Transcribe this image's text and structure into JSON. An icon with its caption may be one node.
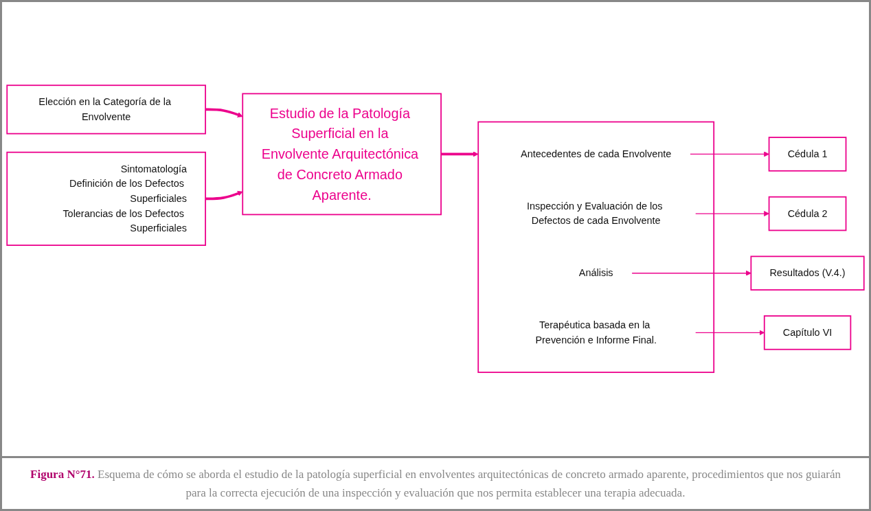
{
  "diagram": {
    "caption": "**Figura N°71.** Esquema de cómo se aborda el estudio de la patología superficial en envolventes arquitectónicas de concreto armado aparente, procedimientos que nos guiarán para la correcta ejecución de una inspección y evaluación que nos permita establecer una terapia adecuada.",
    "nodes": [
      {
        "text": [
          "Elección en la Categoría de la Envolvente"
        ]
      },
      {
        "text": [
          "Estudio de la Patología Superficial en la Envolvente Arquitectónica de Concreto Armado Aparente."
        ]
      },
      {
        "text": [
          "Sintomatología",
          "Definición de los Defectos Superficiales",
          "Tolerancias de los Defectos Superficiales"
        ]
      },
      {
        "text": [],
        "shape": "box"
      },
      {
        "text": [
          "Antecedentes de cada Envolvente"
        ],
        "in": 3
      },
      {
        "text": [
          "Inspección y Evaluación de los Defectos de cada Envolvente"
        ],
        "in": 3
      },
      {
        "text": [
          "Análisis"
        ],
        "in": 3
      },
      {
        "text": [
          "Terapéutica basada en la Prevención e Informe Final."
        ],
        "in": 3
      },
      {
        "text": [
          "Cédula 1"
        ]
      },
      {
        "text": [
          "Cédula 2"
        ]
      },
      {
        "text": [
          "Resultados (V.4.)"
        ]
      },
      {
        "text": [
          "Capítulo VI"
        ]
      }
    ],
    "edges": [
      {
        "from": 0,
        "to": 1,
        "arrow": "to",
        "style": "thick"
      },
      {
        "from": 2,
        "to": 1,
        "arrow": "to",
        "style": "thick"
      },
      {
        "from": 1,
        "to": 3,
        "arrow": "to",
        "style": "thick"
      },
      {
        "from": 4,
        "to": 8,
        "arrow": "to"
      },
      {
        "from": 5,
        "to": 9,
        "arrow": "to"
      },
      {
        "from": 6,
        "to": 10,
        "arrow": "to"
      },
      {
        "from": 7,
        "to": 11,
        "arrow": "to"
      }
    ]
  }
}
